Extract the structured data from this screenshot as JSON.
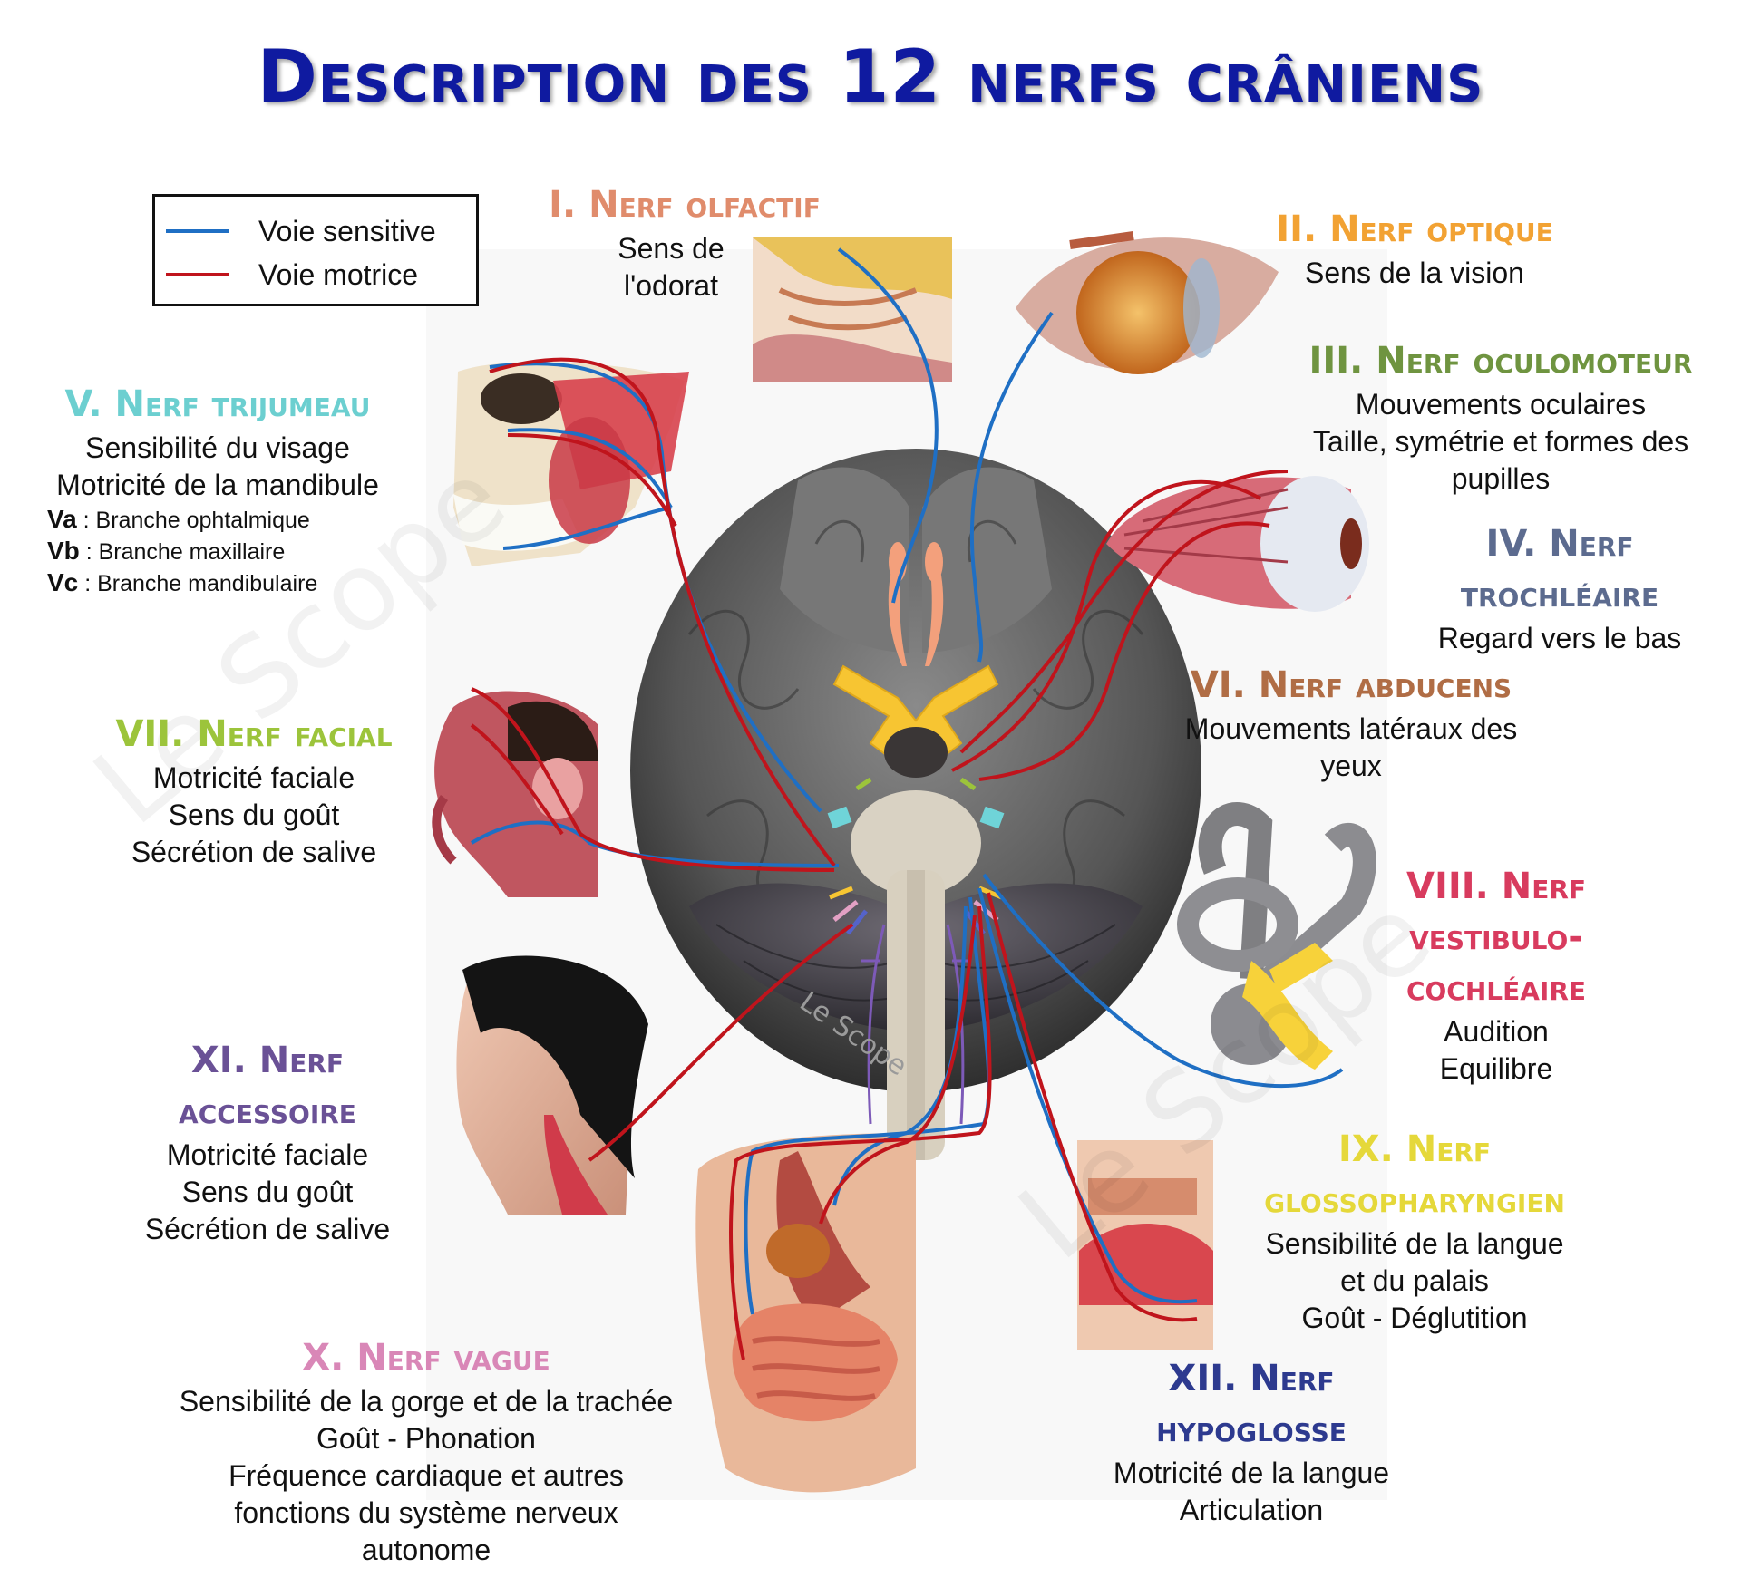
{
  "title": "Description des 12 nerfs crâniens",
  "legend": {
    "items": [
      {
        "label": "Voie sensitive",
        "color": "#1f6fc4"
      },
      {
        "label": "Voie motrice",
        "color": "#c0141c"
      }
    ]
  },
  "watermark": "Le Scope",
  "nerves": [
    {
      "id": "I",
      "title": "I. Nerf olfactif",
      "color": "#e08c6c",
      "lines": [
        "Sens de",
        "l'odorat"
      ]
    },
    {
      "id": "II",
      "title": "II. Nerf optique",
      "color": "#f2a233",
      "lines": [
        "Sens de la vision"
      ]
    },
    {
      "id": "III",
      "title": "III. Nerf oculomoteur",
      "color": "#6f9440",
      "lines": [
        "Mouvements oculaires",
        "Taille, symétrie et formes des",
        "pupilles"
      ]
    },
    {
      "id": "IV",
      "title_lines": [
        "IV. Nerf",
        "trochléaire"
      ],
      "color": "#5c6b8f",
      "lines": [
        "Regard vers le bas"
      ]
    },
    {
      "id": "V",
      "title": "V. Nerf trijumeau",
      "color": "#6ccfd0",
      "lines": [
        "Sensibilité du visage",
        "Motricité de la mandibule"
      ],
      "branches": [
        {
          "code": "Va",
          "text": "Branche ophtalmique"
        },
        {
          "code": "Vb",
          "text": "Branche maxillaire"
        },
        {
          "code": "Vc",
          "text": "Branche mandibulaire"
        }
      ]
    },
    {
      "id": "VI",
      "title": "VI. Nerf abducens",
      "color": "#b06d45",
      "lines": [
        "Mouvements latéraux des",
        "yeux"
      ]
    },
    {
      "id": "VII",
      "title": "VII. Nerf facial",
      "color": "#9cc43b",
      "lines": [
        "Motricité faciale",
        "Sens du goût",
        "Sécrétion de salive"
      ]
    },
    {
      "id": "VIII",
      "title_lines": [
        "VIII. Nerf",
        "vestibulo-",
        "cochléaire"
      ],
      "color": "#d83b5e",
      "lines": [
        "Audition",
        "Equilibre"
      ]
    },
    {
      "id": "IX",
      "title_lines": [
        "IX. Nerf",
        "glossopharyngien"
      ],
      "color": "#e5d83a",
      "lines": [
        "Sensibilité de la langue",
        "et du palais",
        "Goût - Déglutition"
      ]
    },
    {
      "id": "X",
      "title": "X. Nerf vague",
      "color": "#d987b7",
      "lines": [
        "Sensibilité de la gorge et de la trachée",
        "Goût - Phonation",
        "Fréquence cardiaque et autres",
        "fonctions du système nerveux",
        "autonome"
      ]
    },
    {
      "id": "XI",
      "title_lines": [
        "XI. Nerf",
        "accessoire"
      ],
      "color": "#6a5196",
      "lines": [
        "Motricité faciale",
        "Sens du goût",
        "Sécrétion de salive"
      ]
    },
    {
      "id": "XII",
      "title_lines": [
        "XII. Nerf",
        "hypoglosse"
      ],
      "color": "#2d3a8f",
      "lines": [
        "Motricité de la langue",
        "Articulation"
      ]
    }
  ]
}
